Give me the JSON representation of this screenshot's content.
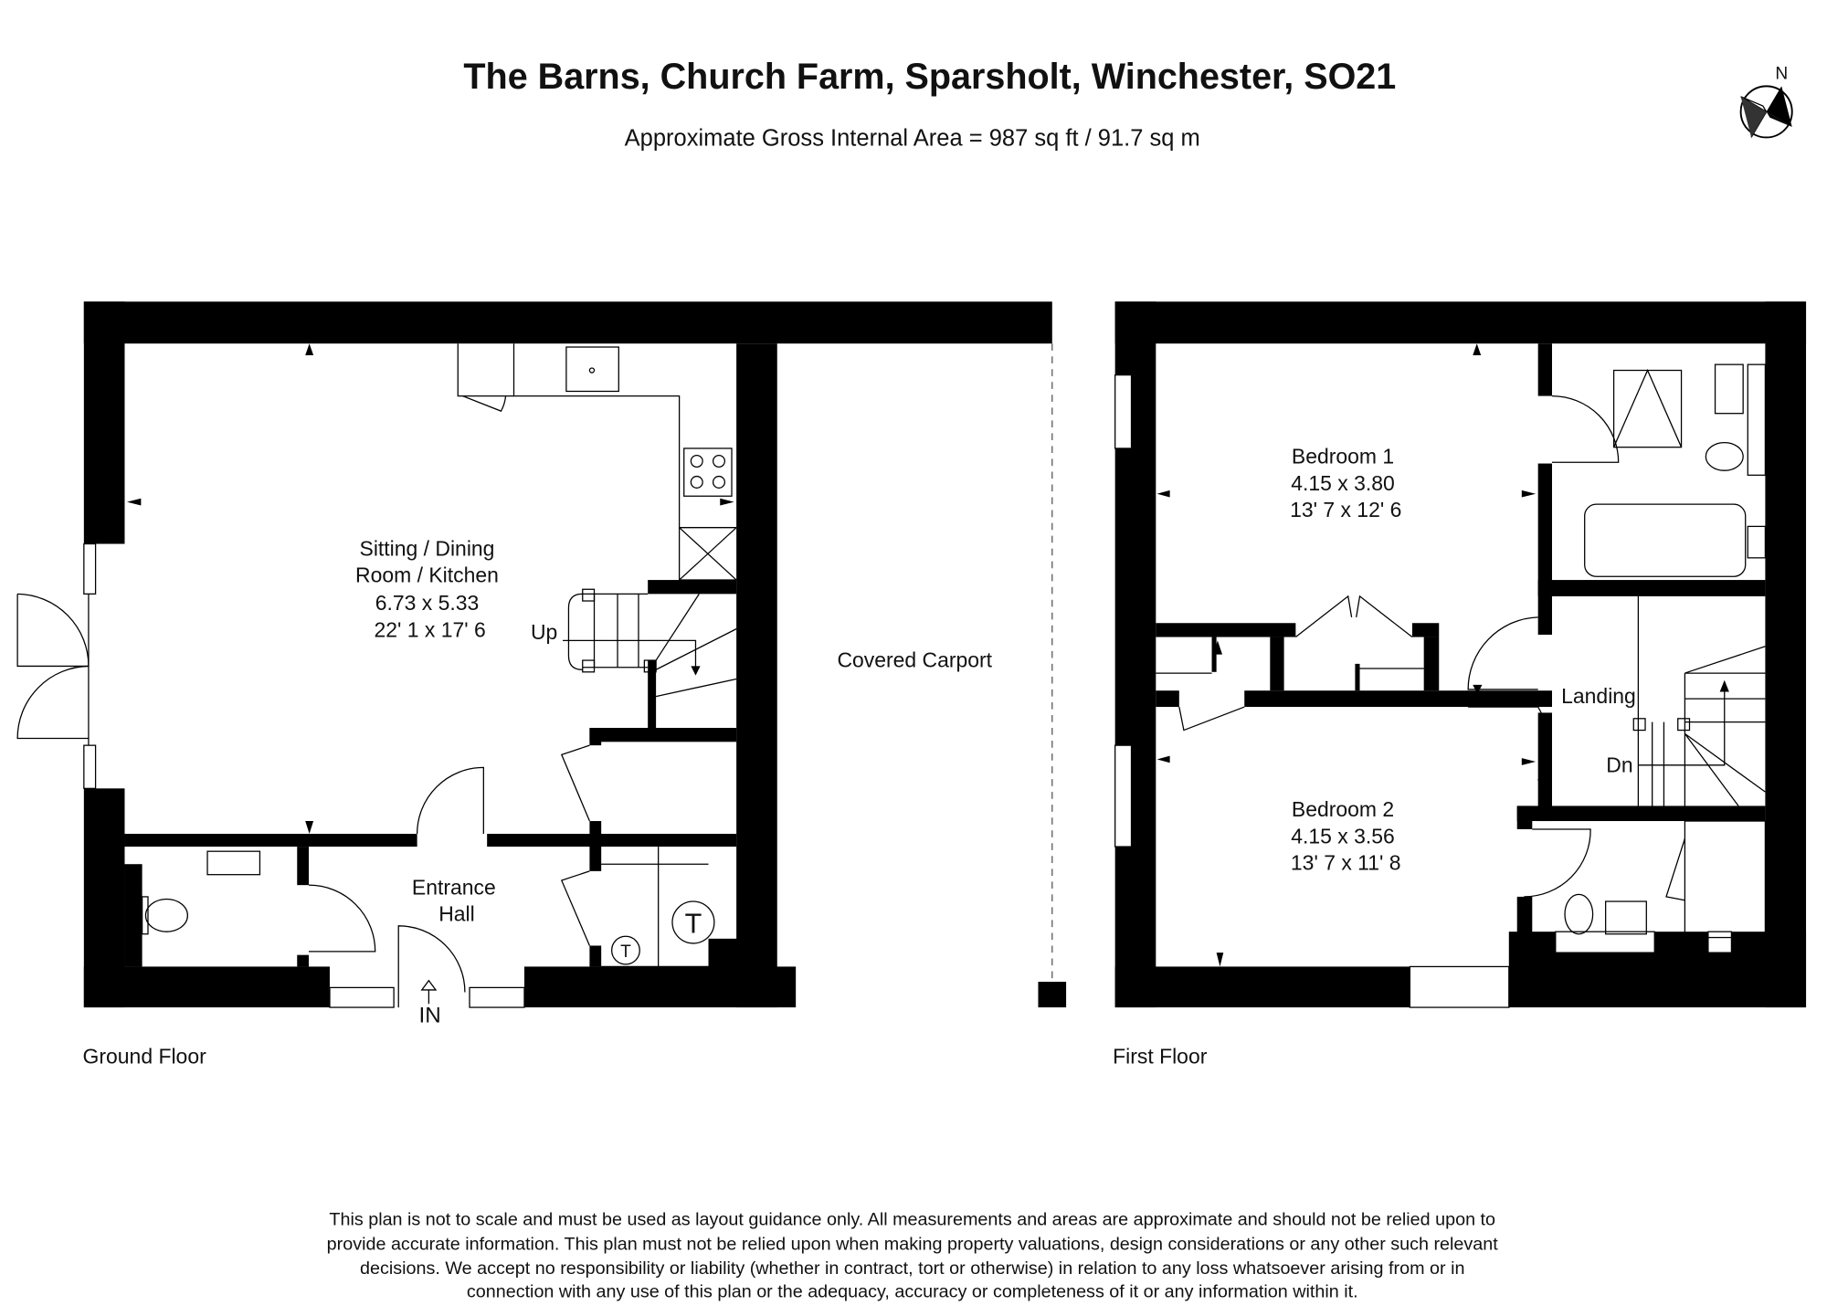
{
  "header": {
    "title": "The Barns, Church Farm, Sparsholt, Winchester, SO21",
    "subtitle": "Approximate Gross Internal Area = 987 sq ft / 91.7 sq m",
    "compass_label": "N"
  },
  "ground_floor": {
    "label": "Ground Floor",
    "rooms": [
      {
        "lines": [
          "Sitting / Dining",
          "Room / Kitchen",
          "6.73 x 5.33",
          "22' 1 x 17' 6"
        ]
      },
      {
        "lines": [
          "Entrance",
          "Hall"
        ]
      }
    ],
    "stairs_label": "Up",
    "entrance_label": "IN",
    "carport_label": "Covered Carport",
    "tank_label": "T"
  },
  "first_floor": {
    "label": "First Floor",
    "rooms": [
      {
        "lines": [
          "Bedroom 1",
          "4.15 x 3.80",
          "13' 7 x 12' 6"
        ]
      },
      {
        "lines": [
          "Bedroom 2",
          "4.15 x 3.56",
          "13' 7 x 11' 8"
        ]
      },
      {
        "lines": [
          "Landing"
        ]
      }
    ],
    "stairs_label": "Dn"
  },
  "disclaimer": [
    "This plan is not to scale and must be used as layout guidance only. All measurements and areas are approximate and should not be relied upon to",
    "provide accurate information. This plan must not be relied upon when making property valuations, design considerations or any other such relevant",
    "decisions. We accept no responsibility or liability (whether in contract, tort or otherwise) in relation to any loss whatsoever arising from or in",
    "connection with any use of this plan or the adequacy, accuracy or completeness of it or any information within it."
  ]
}
